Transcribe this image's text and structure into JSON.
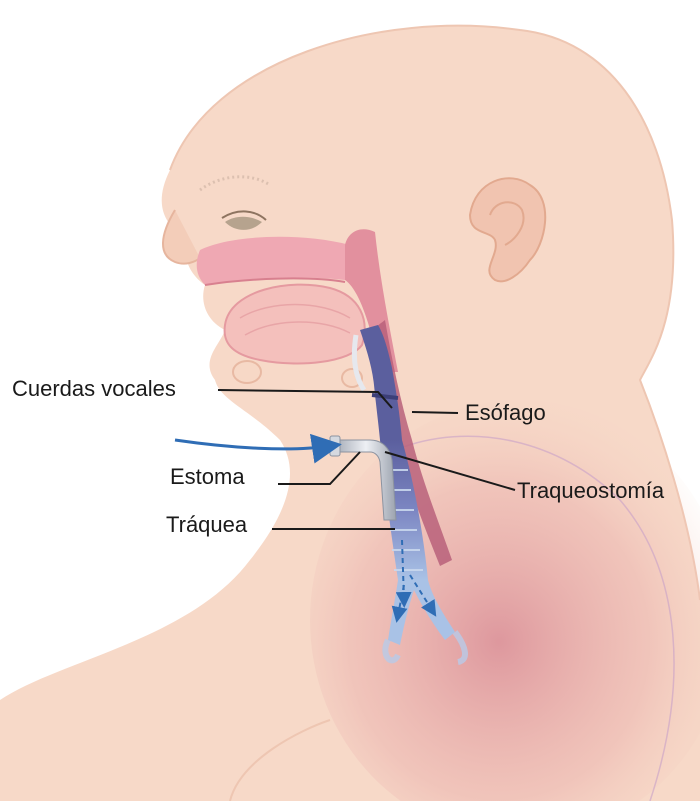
{
  "labels": {
    "cuerdas_vocales": "Cuerdas vocales",
    "esofago": "Esófago",
    "estoma": "Estoma",
    "traqueostomia": "Traqueostomía",
    "traquea": "Tráquea"
  },
  "colors": {
    "skin": "#f7d9c8",
    "skin_shadow": "#eebfa9",
    "mouth_cavity": "#e9a0ad",
    "tongue": "#f0b7b8",
    "airway": "#6e7bb8",
    "esophagus": "#b8607a",
    "airflow_arrow": "#2f6db5",
    "tube": "#c8cdd6",
    "leader_line": "#1a1a1a"
  },
  "icons": {
    "airflow": "airflow-arrow-icon"
  }
}
